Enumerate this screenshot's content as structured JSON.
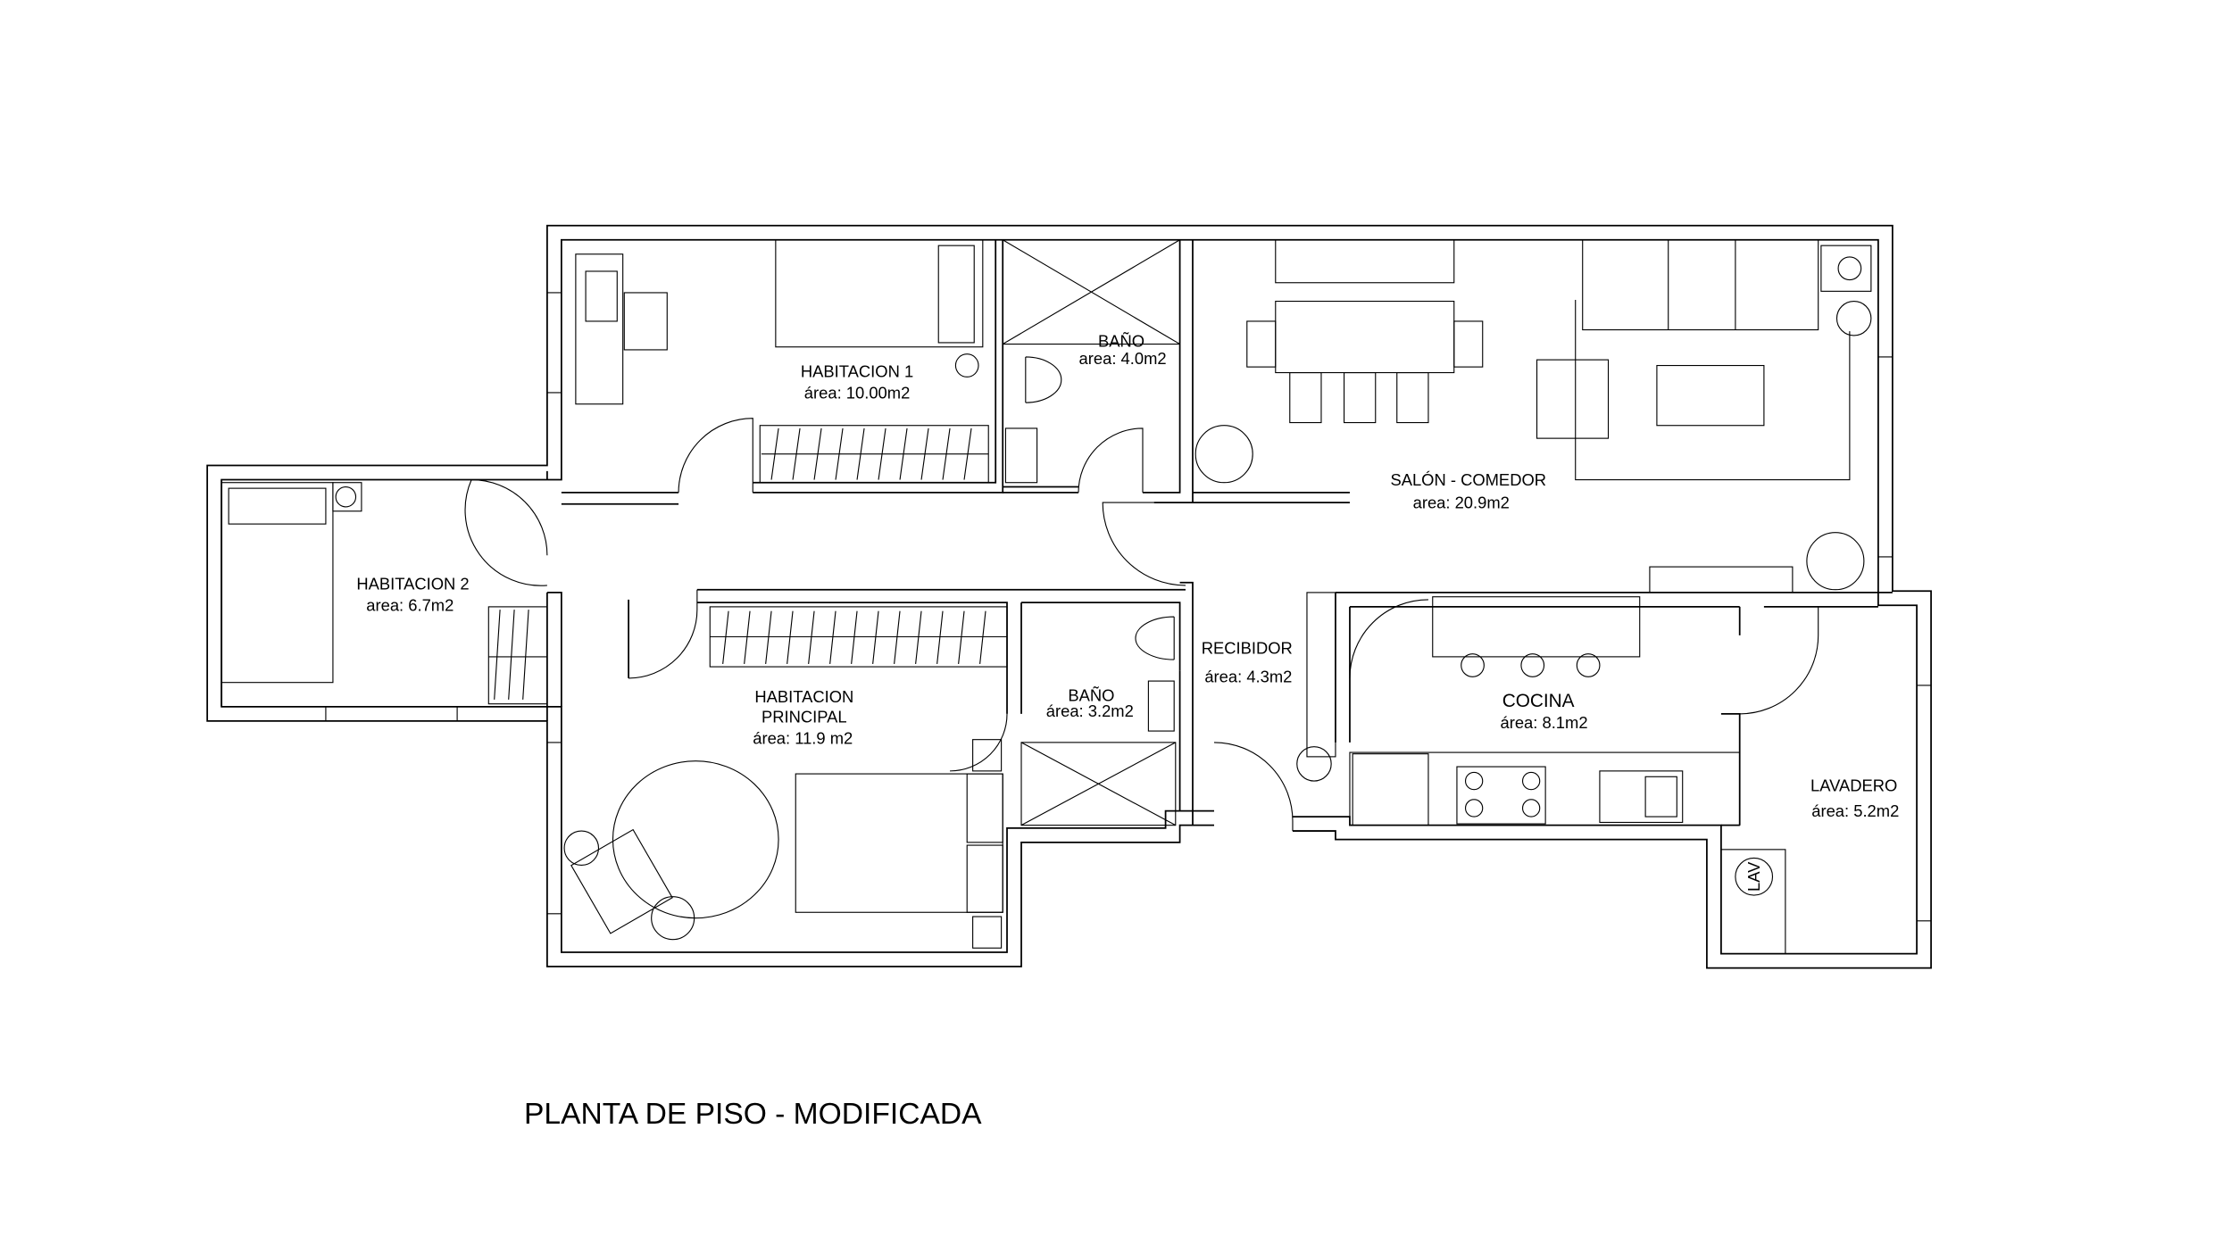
{
  "plan": {
    "title": "PLANTA DE PISO - MODIFICADA",
    "rooms": [
      {
        "name": "HABITACION 1",
        "area": "área:  10.00m2"
      },
      {
        "name": "BAÑO",
        "area": "area: 4.0m2"
      },
      {
        "name": "SALÓN - COMEDOR",
        "area": "area: 20.9m2"
      },
      {
        "name": "HABITACION 2",
        "area": "area: 6.7m2"
      },
      {
        "name": "RECIBIDOR",
        "area": "área: 4.3m2"
      },
      {
        "name_line1": "HABITACION",
        "name_line2": "PRINCIPAL",
        "area": "área: 11.9 m2"
      },
      {
        "name": "BAÑO",
        "area": "área: 3.2m2"
      },
      {
        "name": "COCINA",
        "area": "área: 8.1m2"
      },
      {
        "name": "LAVADERO",
        "area": "área: 5.2m2"
      }
    ],
    "washer_label": "LAV"
  }
}
